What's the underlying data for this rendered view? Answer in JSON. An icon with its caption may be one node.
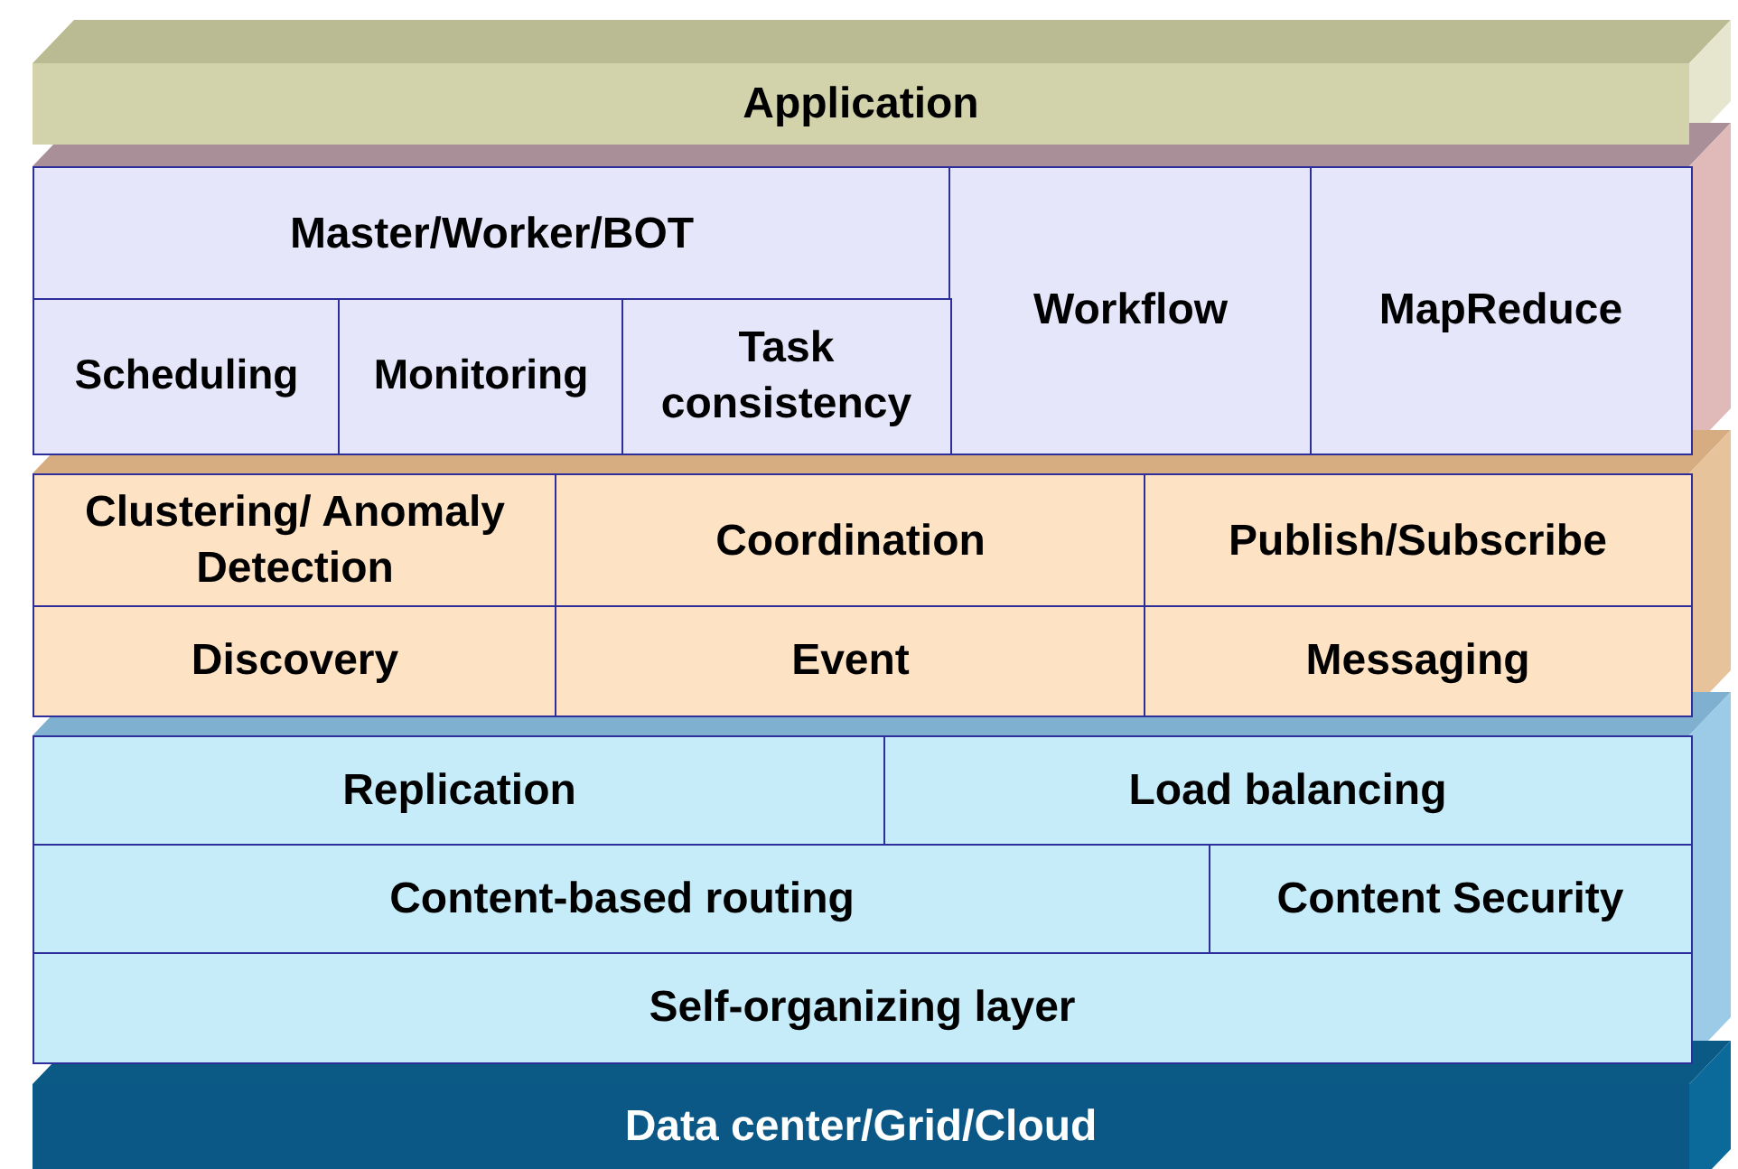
{
  "diagram": {
    "nodes": [
      {
        "text": [
          "Application"
        ]
      },
      {
        "text": [
          "Master/Worker/BOT"
        ]
      },
      {
        "text": [
          "Workflow"
        ]
      },
      {
        "text": [
          "MapReduce"
        ]
      },
      {
        "text": [
          "Scheduling"
        ]
      },
      {
        "text": [
          "Monitoring"
        ]
      },
      {
        "text": [
          "Task consistency"
        ]
      },
      {
        "text": [
          "Clustering/ Anomaly Detection"
        ]
      },
      {
        "text": [
          "Coordination"
        ]
      },
      {
        "text": [
          "Publish/Subscribe"
        ]
      },
      {
        "text": [
          "Discovery"
        ]
      },
      {
        "text": [
          "Event"
        ]
      },
      {
        "text": [
          "Messaging"
        ]
      },
      {
        "text": [
          "Replication"
        ]
      },
      {
        "text": [
          "Load balancing"
        ]
      },
      {
        "text": [
          "Content-based routing"
        ]
      },
      {
        "text": [
          "Content Security"
        ]
      },
      {
        "text": [
          "Self-organizing layer"
        ]
      },
      {
        "text": [
          "Data center/Grid/Cloud"
        ]
      }
    ],
    "edges": []
  }
}
